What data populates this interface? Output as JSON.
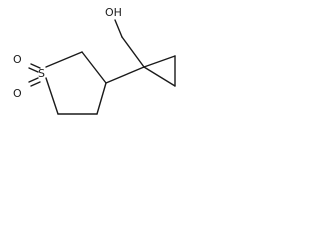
{
  "molecule": {
    "atoms": {
      "hydroxyl": "OH",
      "sulfur": "S",
      "oxide_oxygen_upper": "O",
      "oxide_oxygen_lower": "O"
    }
  }
}
